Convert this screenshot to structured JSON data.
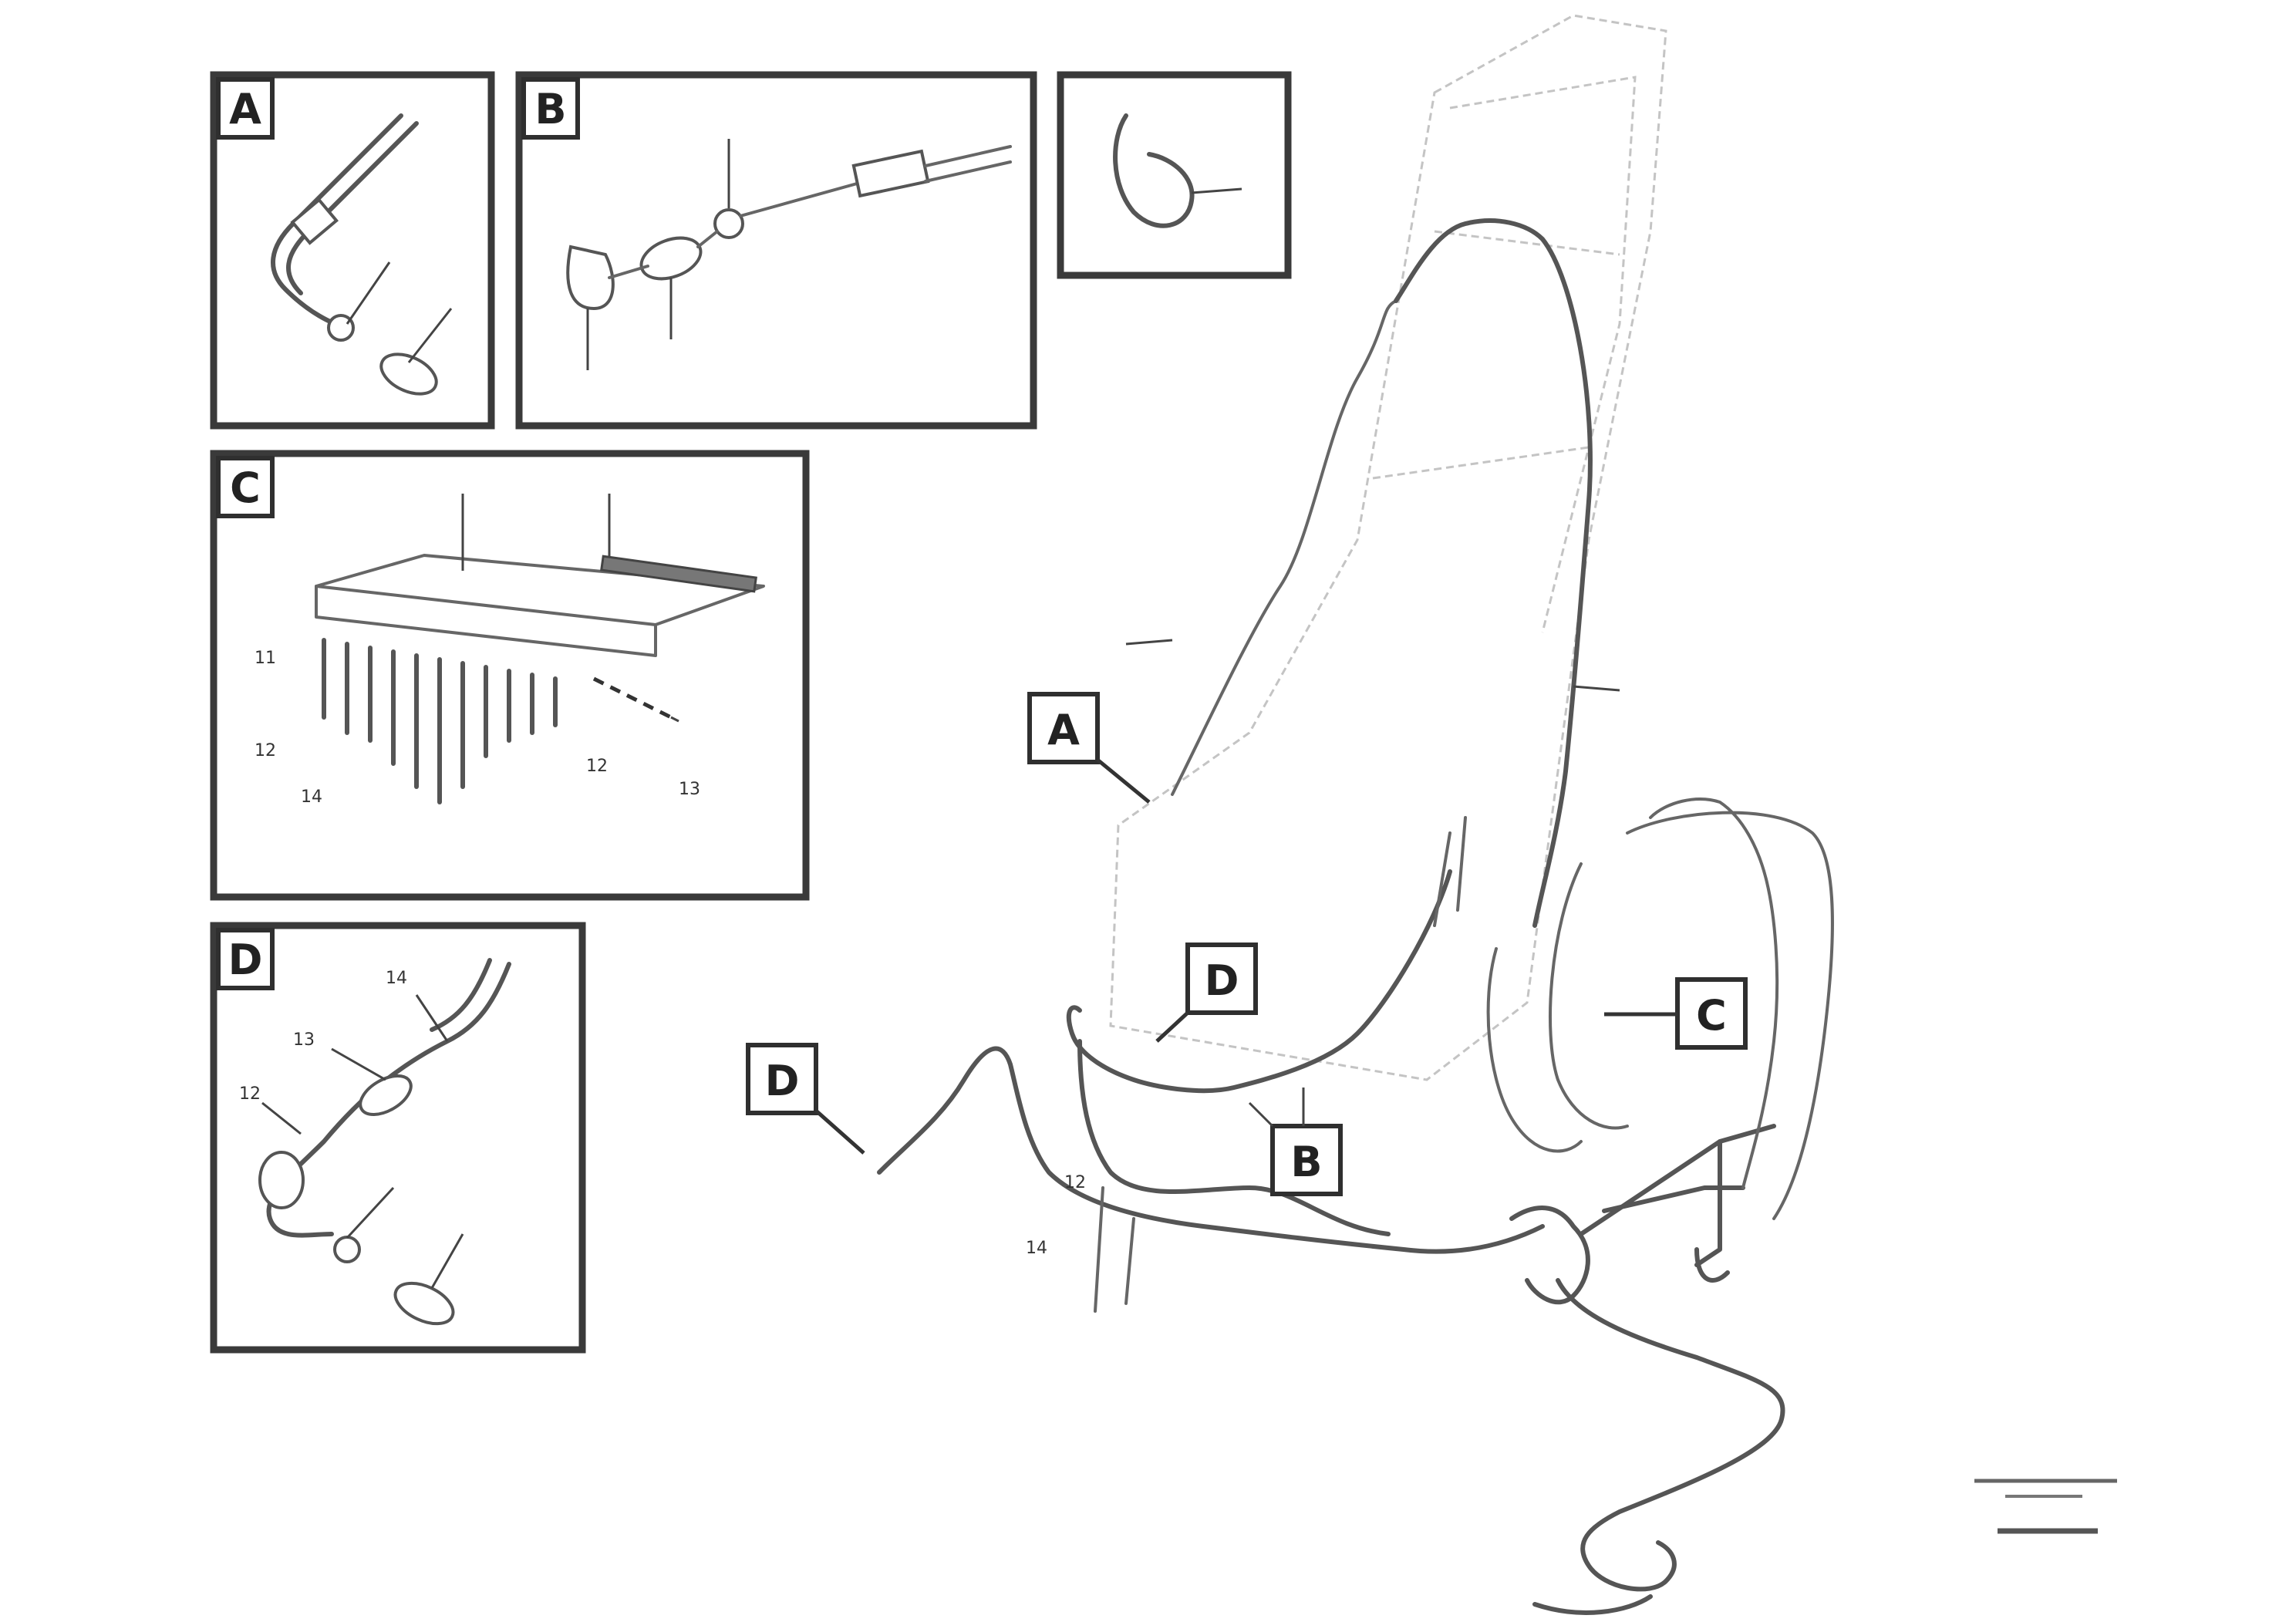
{
  "panels": {
    "a": {
      "label": "A"
    },
    "b": {
      "label": "B"
    },
    "c": {
      "label": "C"
    },
    "d": {
      "label": "D"
    }
  },
  "main_labels": {
    "a": "A",
    "b": "B",
    "c": "C",
    "d_left": "D",
    "d_right": "D"
  },
  "callouts": {
    "c_left_1": "11",
    "c_left_2": "12",
    "c_left_3": "14",
    "c_right_1": "12",
    "c_right_2": "13",
    "d_1": "14",
    "d_2": "13",
    "d_3": "12",
    "main_1": "12",
    "main_2": "14"
  }
}
